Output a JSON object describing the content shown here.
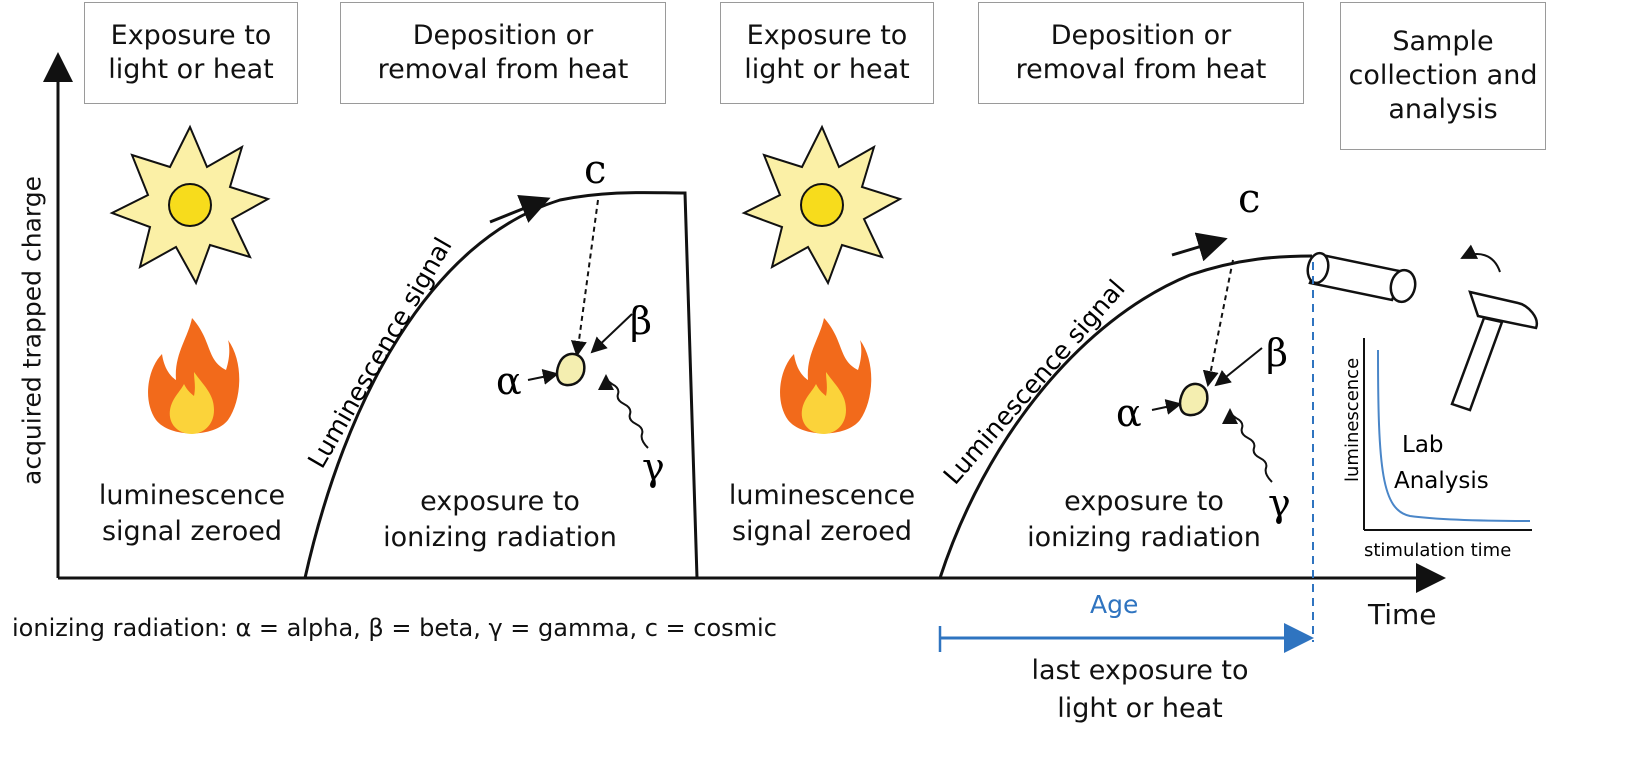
{
  "stages": [
    {
      "label_1": "Exposure to",
      "label_2": "light or heat"
    },
    {
      "label_1": "Deposition or",
      "label_2": "removal from heat"
    },
    {
      "label_1": "Exposure to",
      "label_2": "light or heat"
    },
    {
      "label_1": "Deposition or",
      "label_2": "removal from heat"
    },
    {
      "label_1": "Sample",
      "label_2": "collection and",
      "label_3": "analysis"
    }
  ],
  "axis": {
    "y_label": "acquired trapped charge",
    "x_label": "Time"
  },
  "zeroed": {
    "line_1": "luminescence",
    "line_2": "signal zeroed"
  },
  "exposure": {
    "line_1": "exposure to",
    "line_2": "ionizing radiation"
  },
  "signal_label": "Luminescence signal",
  "particles": {
    "alpha": "α",
    "beta": "β",
    "gamma": "γ",
    "cosmic": "c"
  },
  "legend": "ionizing radiation: α = alpha, β = beta, γ = gamma, c = cosmic",
  "age": {
    "label": "Age",
    "line_1": "last exposure to",
    "line_2": "light or heat",
    "color": "#2f74c0"
  },
  "lab": {
    "y_label": "luminescence",
    "x_label": "stimulation time",
    "title_1": "Lab",
    "title_2": "Analysis",
    "curve_color": "#4a86c8"
  },
  "colors": {
    "sun_fill": "#fbf0a6",
    "sun_core": "#f7dc1c",
    "flame_outer": "#f26a1b",
    "flame_inner": "#fbd33a",
    "grain": "#f4eeb0"
  }
}
